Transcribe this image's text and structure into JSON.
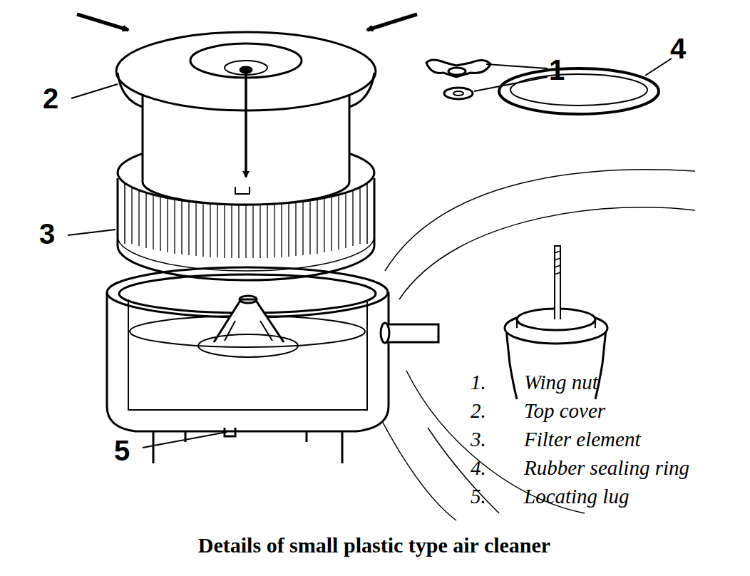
{
  "diagram": {
    "caption": "Details of small plastic type air cleaner",
    "labels": [
      "1",
      "2",
      "3",
      "4",
      "5",
      "1.",
      "Wing nut",
      "2.",
      "Top cover",
      "3.",
      "Filter element",
      "4.",
      "Rubber sealing ring",
      "5.",
      "Locating lug"
    ]
  }
}
